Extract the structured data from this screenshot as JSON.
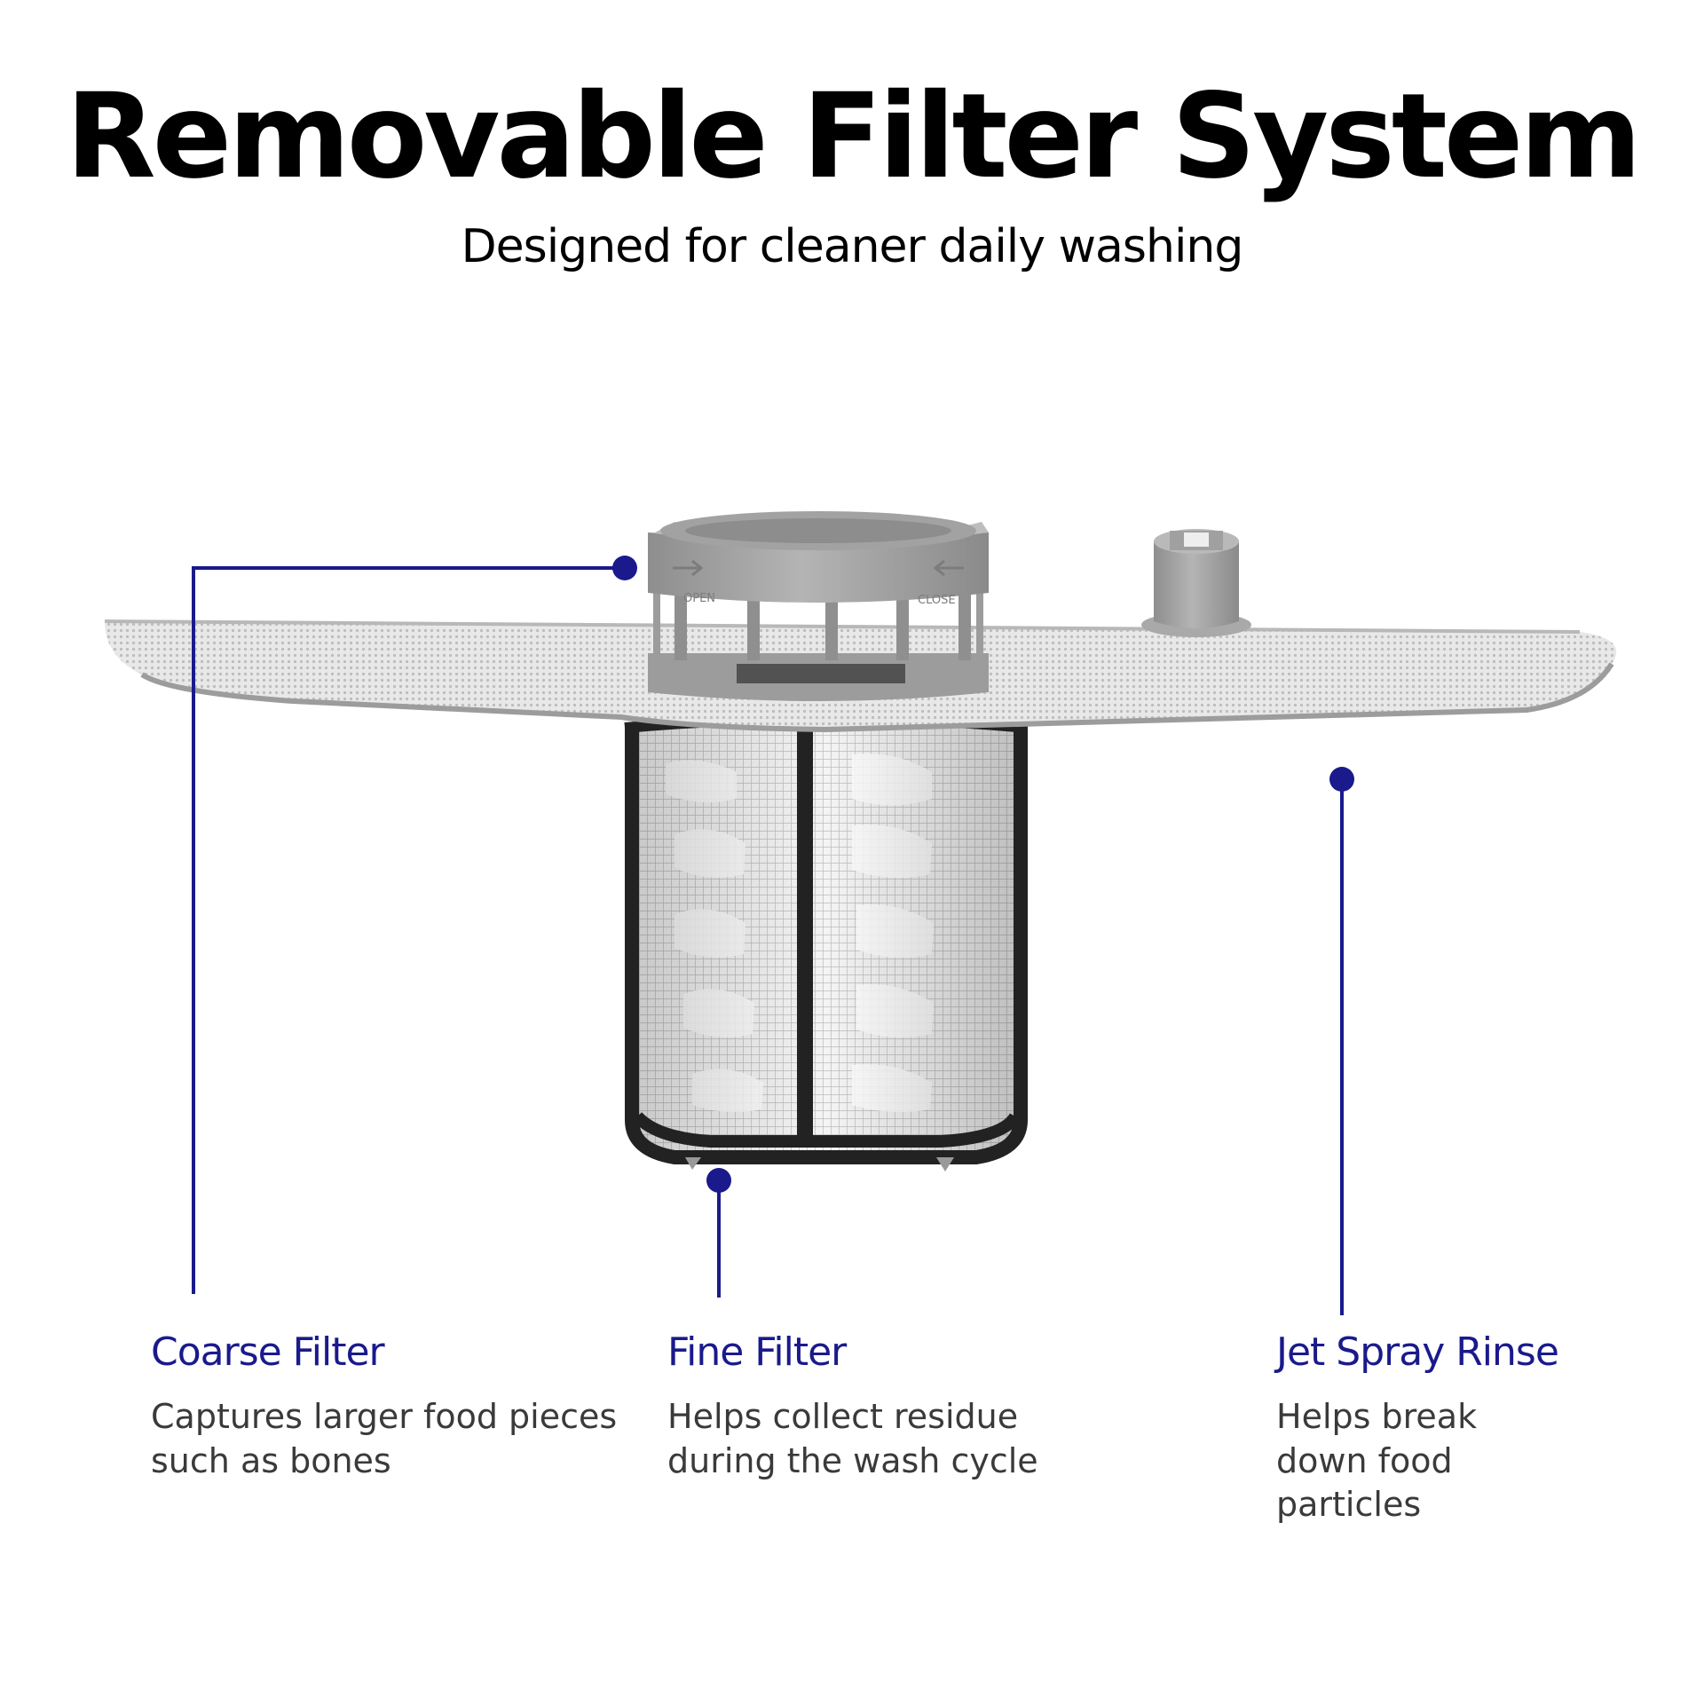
{
  "header": {
    "title": "Removable Filter System",
    "subtitle": "Designed for cleaner daily washing"
  },
  "product": {
    "cap_open_label": "OPEN",
    "cap_close_label": "CLOSE"
  },
  "features": [
    {
      "title": "Coarse Filter",
      "description": "Captures larger food pieces such as bones"
    },
    {
      "title": "Fine Filter",
      "description": "Helps collect residue during the wash cycle"
    },
    {
      "title": "Jet Spray Rinse",
      "description": "Helps break down food particles"
    }
  ],
  "colors": {
    "accent": "#1a1a8c",
    "text": "#000000",
    "body_text": "#3a3a3a",
    "mesh": "#c9c9c9",
    "cap": "#a7a7a7",
    "frame": "#222222"
  }
}
